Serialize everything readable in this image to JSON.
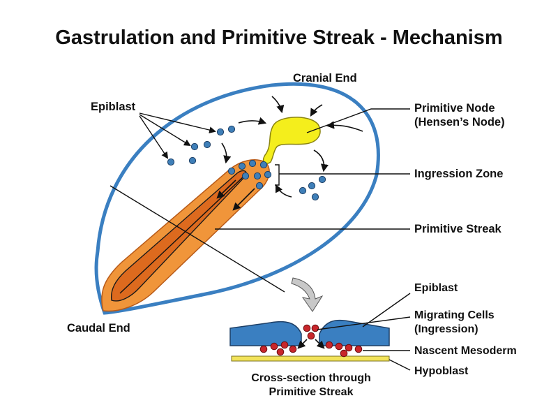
{
  "title": "Gastrulation and Primitive Streak - Mechanism",
  "labels": {
    "cranial_end": "Cranial End",
    "caudal_end": "Caudal End",
    "epiblast": "Epiblast",
    "primitive_node_line1": "Primitive Node",
    "primitive_node_line2": "(Hensen’s Node)",
    "ingression_zone": "Ingression Zone",
    "primitive_streak": "Primitive Streak"
  },
  "cross_section": {
    "epiblast": "Epiblast",
    "migrating_cells_line1": "Migrating Cells",
    "migrating_cells_line2": "(Ingression)",
    "nascent_mesoderm": "Nascent Mesoderm",
    "hypoblast": "Hypoblast",
    "caption_line1": "Cross-section through",
    "caption_line2": "Primitive Streak"
  },
  "colors": {
    "embryo_outline": "#3a7fc1",
    "epiblast_cell": "#3f7fb8",
    "node": "#f4ee1c",
    "streak_light": "#f0953a",
    "streak_dark": "#dd6a1e",
    "mesoderm_cell": "#c8262b",
    "hypoblast": "#f2e35a",
    "callout_arrow": "#c8c8c8"
  }
}
